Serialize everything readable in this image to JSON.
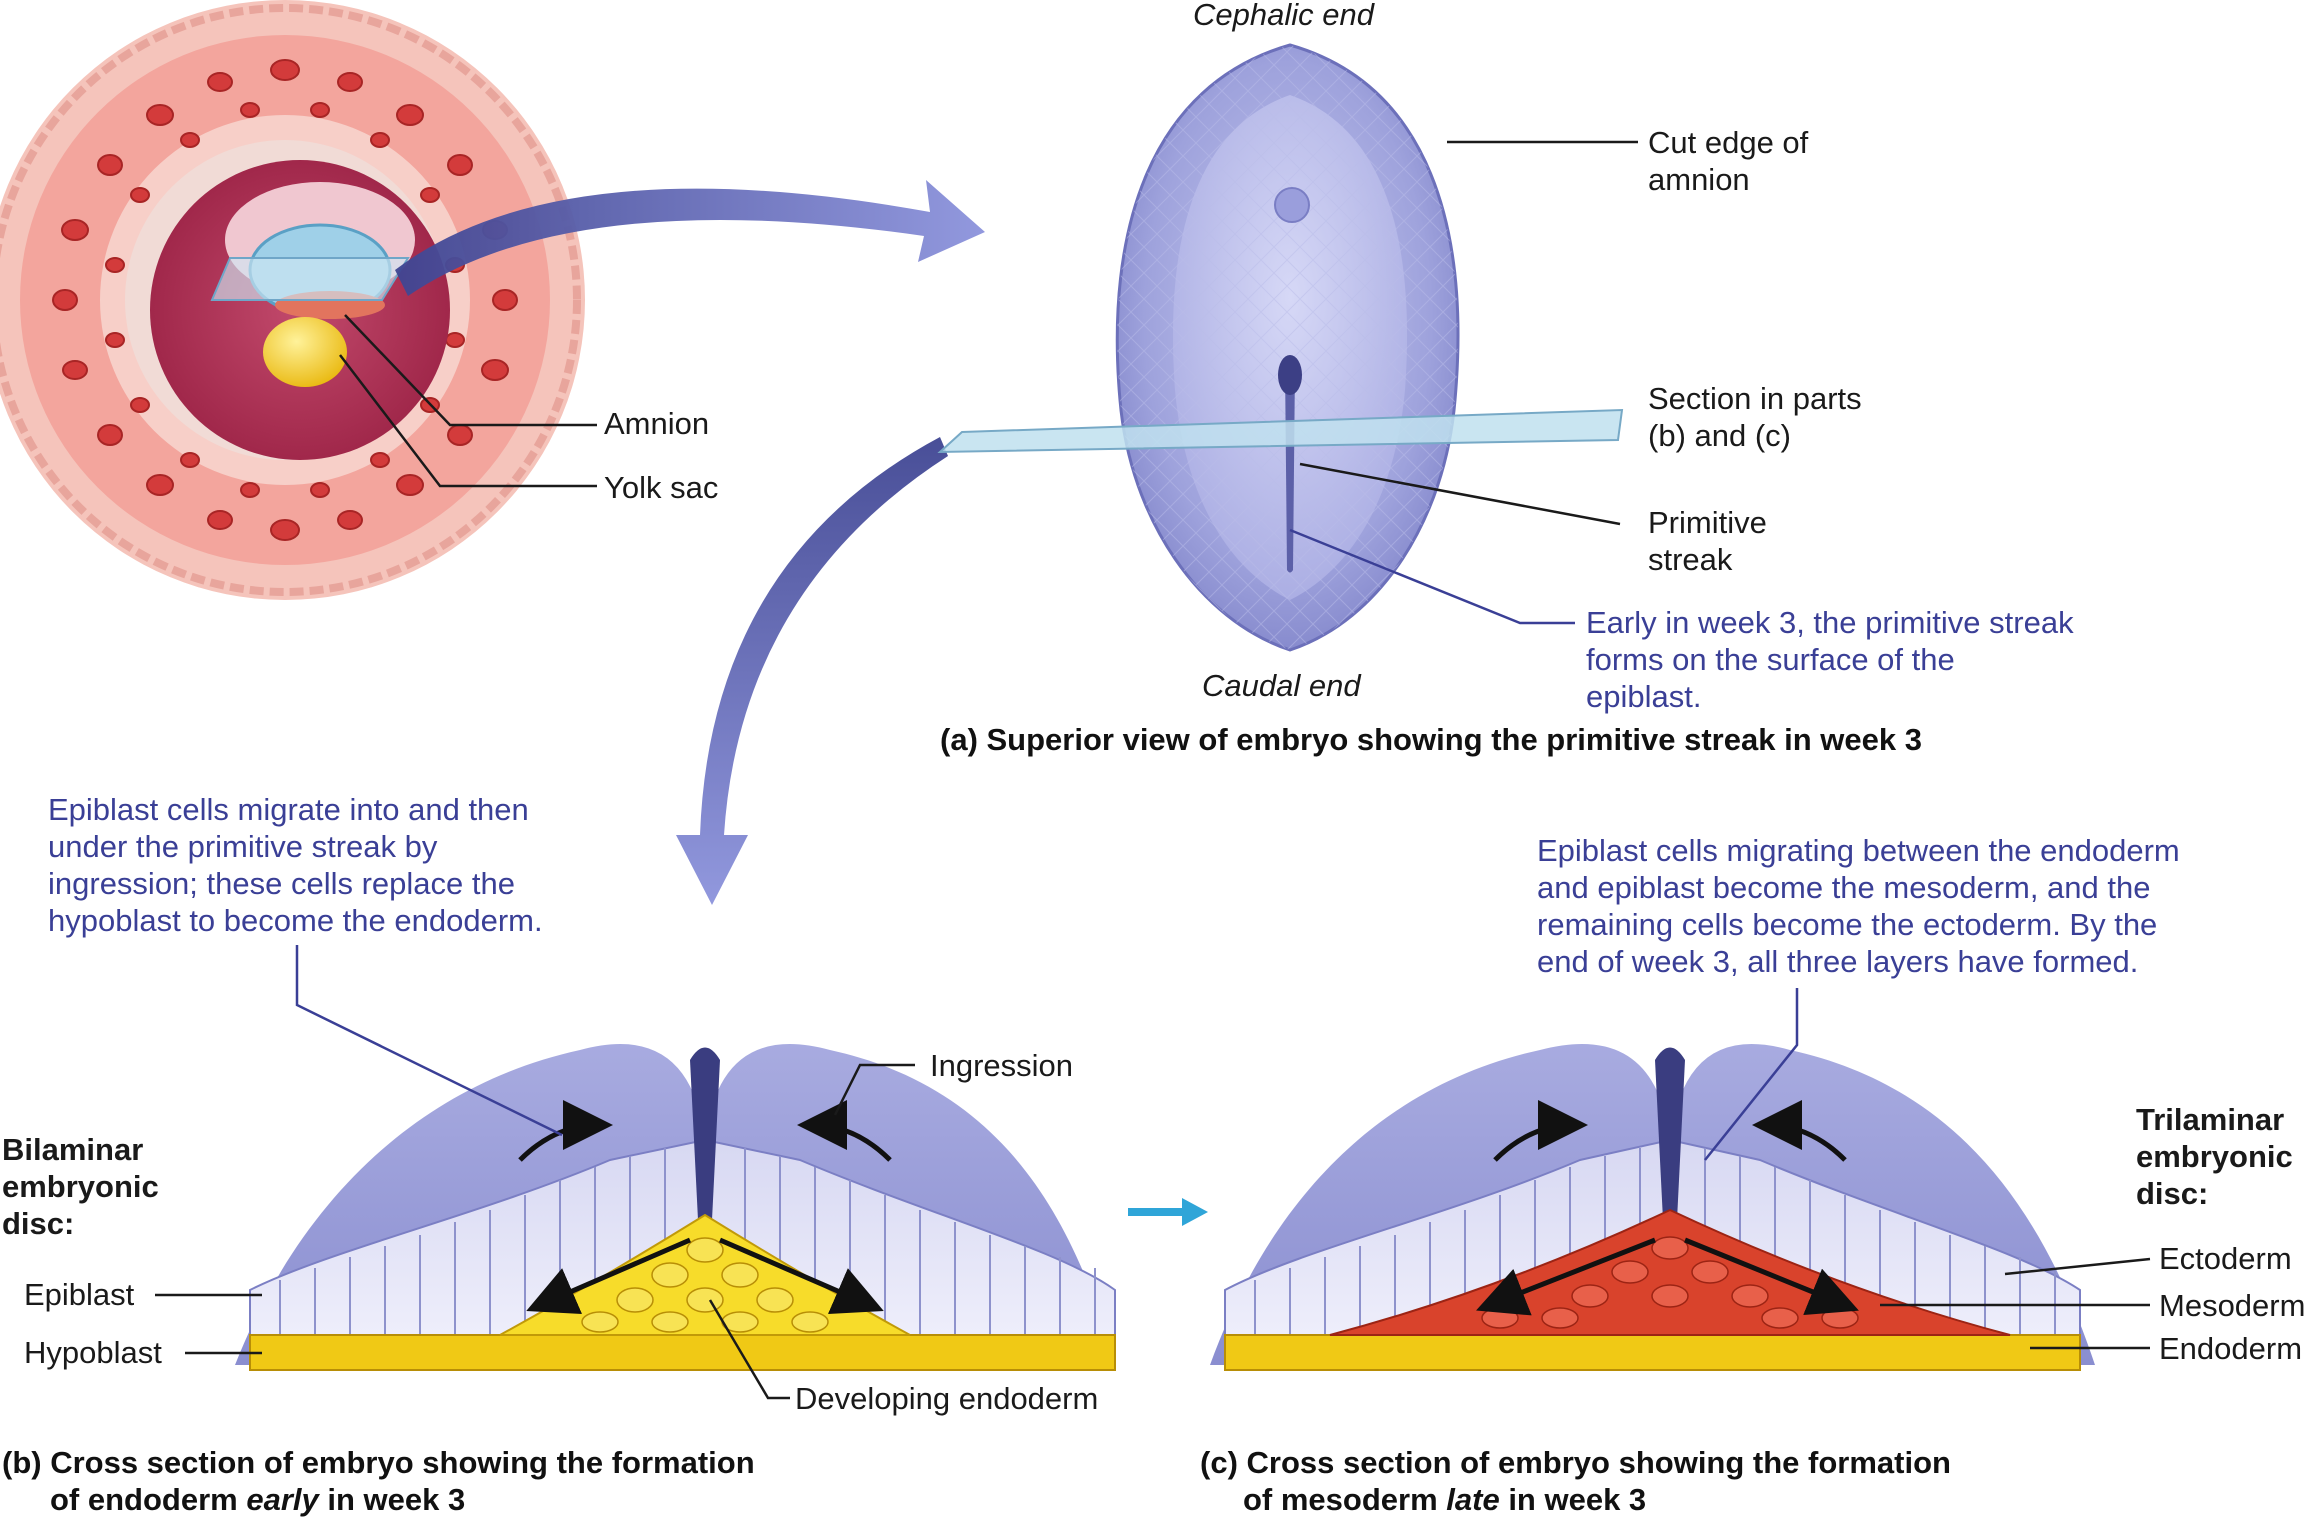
{
  "labels": {
    "cephalic_end": "Cephalic end",
    "caudal_end": "Caudal end",
    "cut_edge_line1": "Cut edge of",
    "cut_edge_line2": "amnion",
    "section_line1": "Section in parts",
    "section_line2": "(b) and (c)",
    "primitive_line1": "Primitive",
    "primitive_line2": "streak",
    "amnion": "Amnion",
    "yolk_sac": "Yolk sac",
    "ingression": "Ingression",
    "epiblast": "Epiblast",
    "hypoblast": "Hypoblast",
    "developing_endoderm": "Developing endoderm",
    "ectoderm": "Ectoderm",
    "mesoderm": "Mesoderm",
    "endoderm": "Endoderm",
    "bilaminar_line1": "Bilaminar",
    "bilaminar_line2": "embryonic",
    "bilaminar_line3": "disc:",
    "trilaminar_line1": "Trilaminar",
    "trilaminar_line2": "embryonic",
    "trilaminar_line3": "disc:"
  },
  "notes": {
    "streak_line1": "Early in week 3, the primitive streak",
    "streak_line2": "forms on the surface of the",
    "streak_line3": "epiblast.",
    "ingression_line1": "Epiblast cells migrate into and then",
    "ingression_line2": "under the primitive streak by",
    "ingression_line3": "ingression; these cells replace the",
    "ingression_line4": "hypoblast to become the endoderm.",
    "mesoderm_line1": "Epiblast cells migrating between the endoderm",
    "mesoderm_line2": "and epiblast become the mesoderm, and the",
    "mesoderm_line3": "remaining cells become the ectoderm. By the",
    "mesoderm_line4": "end of week 3, all three layers have formed."
  },
  "captions": {
    "a": "(a) Superior view of embryo showing the primitive streak in week 3",
    "b_line1": "(b) Cross section of embryo showing the formation",
    "b_line2_pre": "of  endoderm ",
    "b_line2_em": "early",
    "b_line2_post": " in week 3",
    "c_line1": "(c) Cross section of embryo showing the formation",
    "c_line2_pre": "of mesoderm ",
    "c_line2_em": "late",
    "c_line2_post": " in week 3"
  },
  "colors": {
    "embryo_blue": "#8e92d4",
    "note_blue": "#3a3f96",
    "endoderm_yellow": "#f3d21a",
    "mesoderm_red": "#d9432c",
    "uterus_pink": "#f2a7a0",
    "leader_line": "#1a1a1a"
  }
}
